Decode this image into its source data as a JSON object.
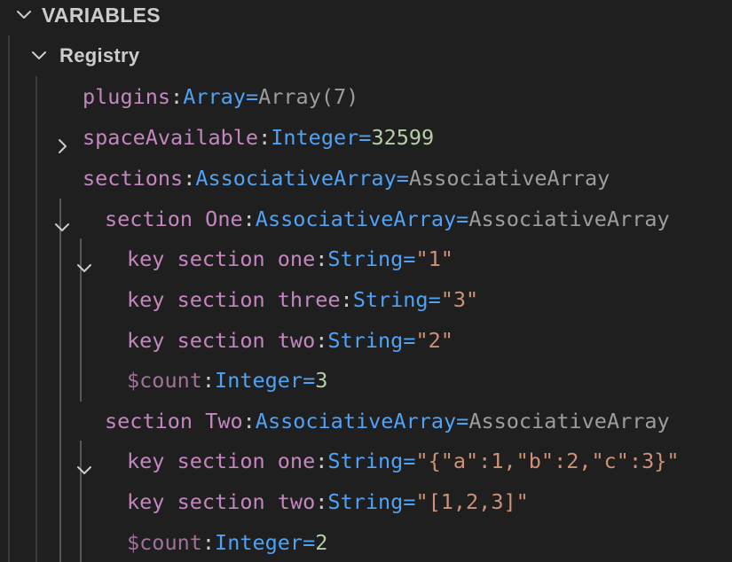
{
  "section_header": {
    "label": "VARIABLES"
  },
  "scope": {
    "label": "Registry"
  },
  "tokens": {
    "colon": ":",
    "equals": "="
  },
  "rows": [
    {
      "name": "plugins",
      "type": "Array",
      "value": "Array(7)",
      "expanded": false
    },
    {
      "name": "spaceAvailable",
      "type": "Integer",
      "value": "32599"
    },
    {
      "name": "sections",
      "type": "AssociativeArray",
      "value": "AssociativeArray",
      "expanded": true
    },
    {
      "name": "section One",
      "type": "AssociativeArray",
      "value": "AssociativeArray",
      "expanded": true
    },
    {
      "name": "key section one",
      "type": "String",
      "value": "\"1\""
    },
    {
      "name": "key section three",
      "type": "String",
      "value": "\"3\""
    },
    {
      "name": "key section two",
      "type": "String",
      "value": "\"2\""
    },
    {
      "name": "$count",
      "type": "Integer",
      "value": "3"
    },
    {
      "name": "section Two",
      "type": "AssociativeArray",
      "value": "AssociativeArray",
      "expanded": true
    },
    {
      "name": "key section one",
      "type": "String",
      "value": "\"{\"a\":1,\"b\":2,\"c\":3}\""
    },
    {
      "name": "key section two",
      "type": "String",
      "value": "\"[1,2,3]\""
    },
    {
      "name": "$count",
      "type": "Integer",
      "value": "2"
    }
  ],
  "colors": {
    "background": "#1f1f1f",
    "name": "#c586c0",
    "type": "#4fa2f4",
    "value_string": "#ce9178",
    "value_number": "#b5cea8",
    "value_summary": "#9d9d9d"
  }
}
